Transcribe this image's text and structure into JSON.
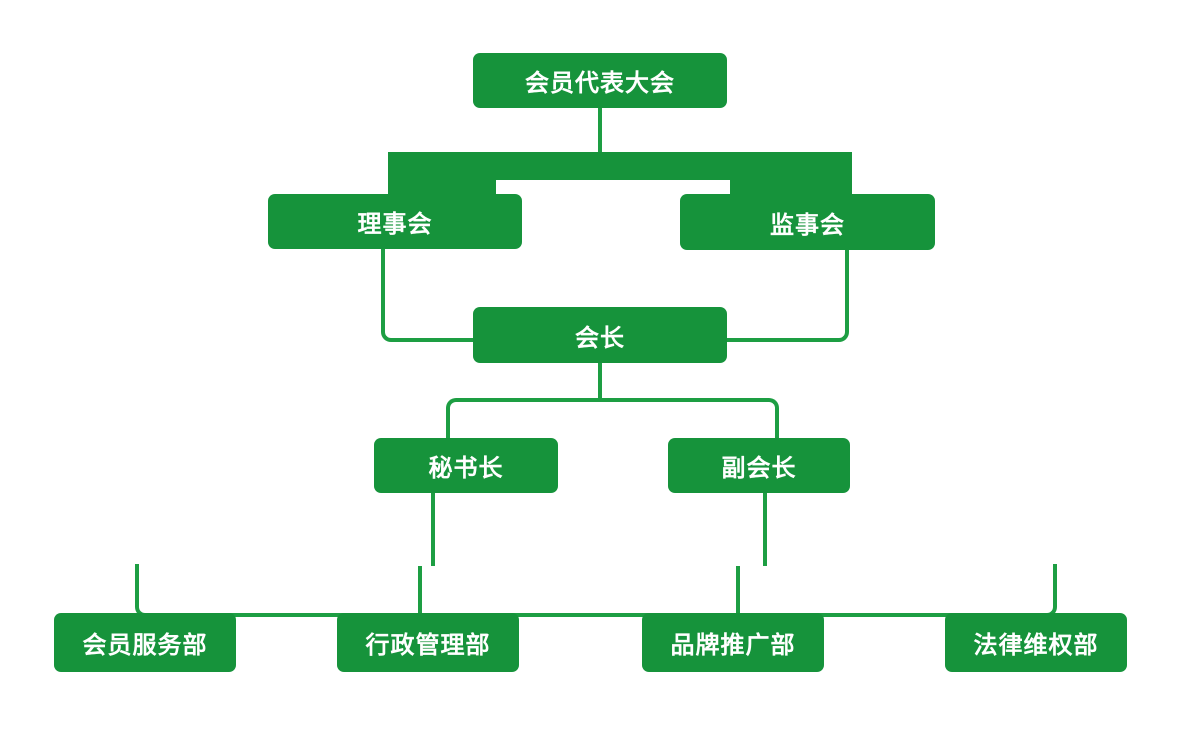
{
  "diagram": {
    "type": "org-chart",
    "background_color": "#ffffff",
    "node_color": "#16933b",
    "connector_color": "#1d9e43",
    "text_color": "#ffffff",
    "nodes": {
      "assembly": "会员代表大会",
      "council": "理事会",
      "supervisory_board": "监事会",
      "president": "会长",
      "secretary_general": "秘书长",
      "vice_president": "副会长",
      "departments": [
        "会员服务部",
        "行政管理部",
        "品牌推广部",
        "法律维权部"
      ]
    },
    "edges": [
      [
        "会员代表大会",
        "理事会"
      ],
      [
        "会员代表大会",
        "监事会"
      ],
      [
        "理事会",
        "会长"
      ],
      [
        "监事会",
        "会长"
      ],
      [
        "会长",
        "秘书长"
      ],
      [
        "会长",
        "副会长"
      ],
      [
        "秘书长",
        "会员服务部"
      ],
      [
        "秘书长",
        "行政管理部"
      ],
      [
        "副会长",
        "品牌推广部"
      ],
      [
        "副会长",
        "法律维权部"
      ]
    ]
  }
}
